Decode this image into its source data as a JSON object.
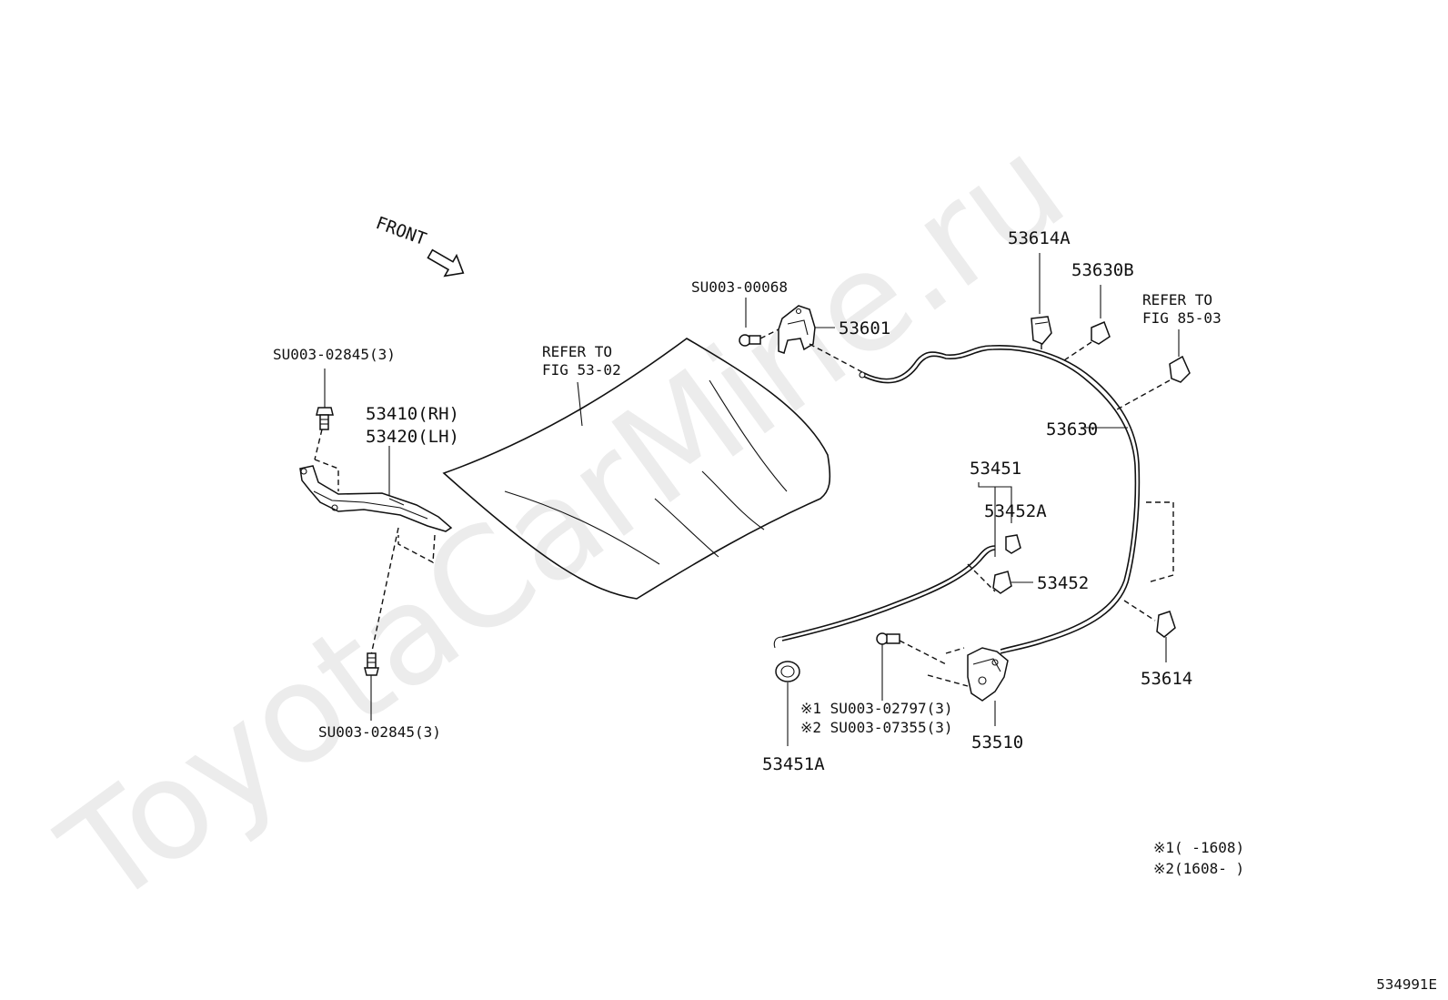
{
  "watermark": "ToyotaCarMine.ru",
  "front_label": "FRONT",
  "figure_code": "534991E",
  "labels": {
    "su_hinge_top": "SU003-02845(3)",
    "su_hinge_bottom": "SU003-02845(3)",
    "hinge_rh": "53410(RH)",
    "hinge_lh": "53420(LH)",
    "refer_hood_1": "REFER TO",
    "refer_hood_2": "FIG 53-02",
    "su_lever_bolt": "SU003-00068",
    "p53601": "53601",
    "p53614a": "53614A",
    "p53630b": "53630B",
    "refer_85_1": "REFER TO",
    "refer_85_2": "FIG 85-03",
    "p53630": "53630",
    "p53451": "53451",
    "p53452a": "53452A",
    "p53452": "53452",
    "su_lock_1": "※1 SU003-02797(3)",
    "su_lock_2": "※2 SU003-07355(3)",
    "p53510": "53510",
    "p53451a": "53451A",
    "p53614": "53614"
  },
  "notes": {
    "note1": "※1(      -1608)",
    "note2": "※2(1608-      )"
  }
}
